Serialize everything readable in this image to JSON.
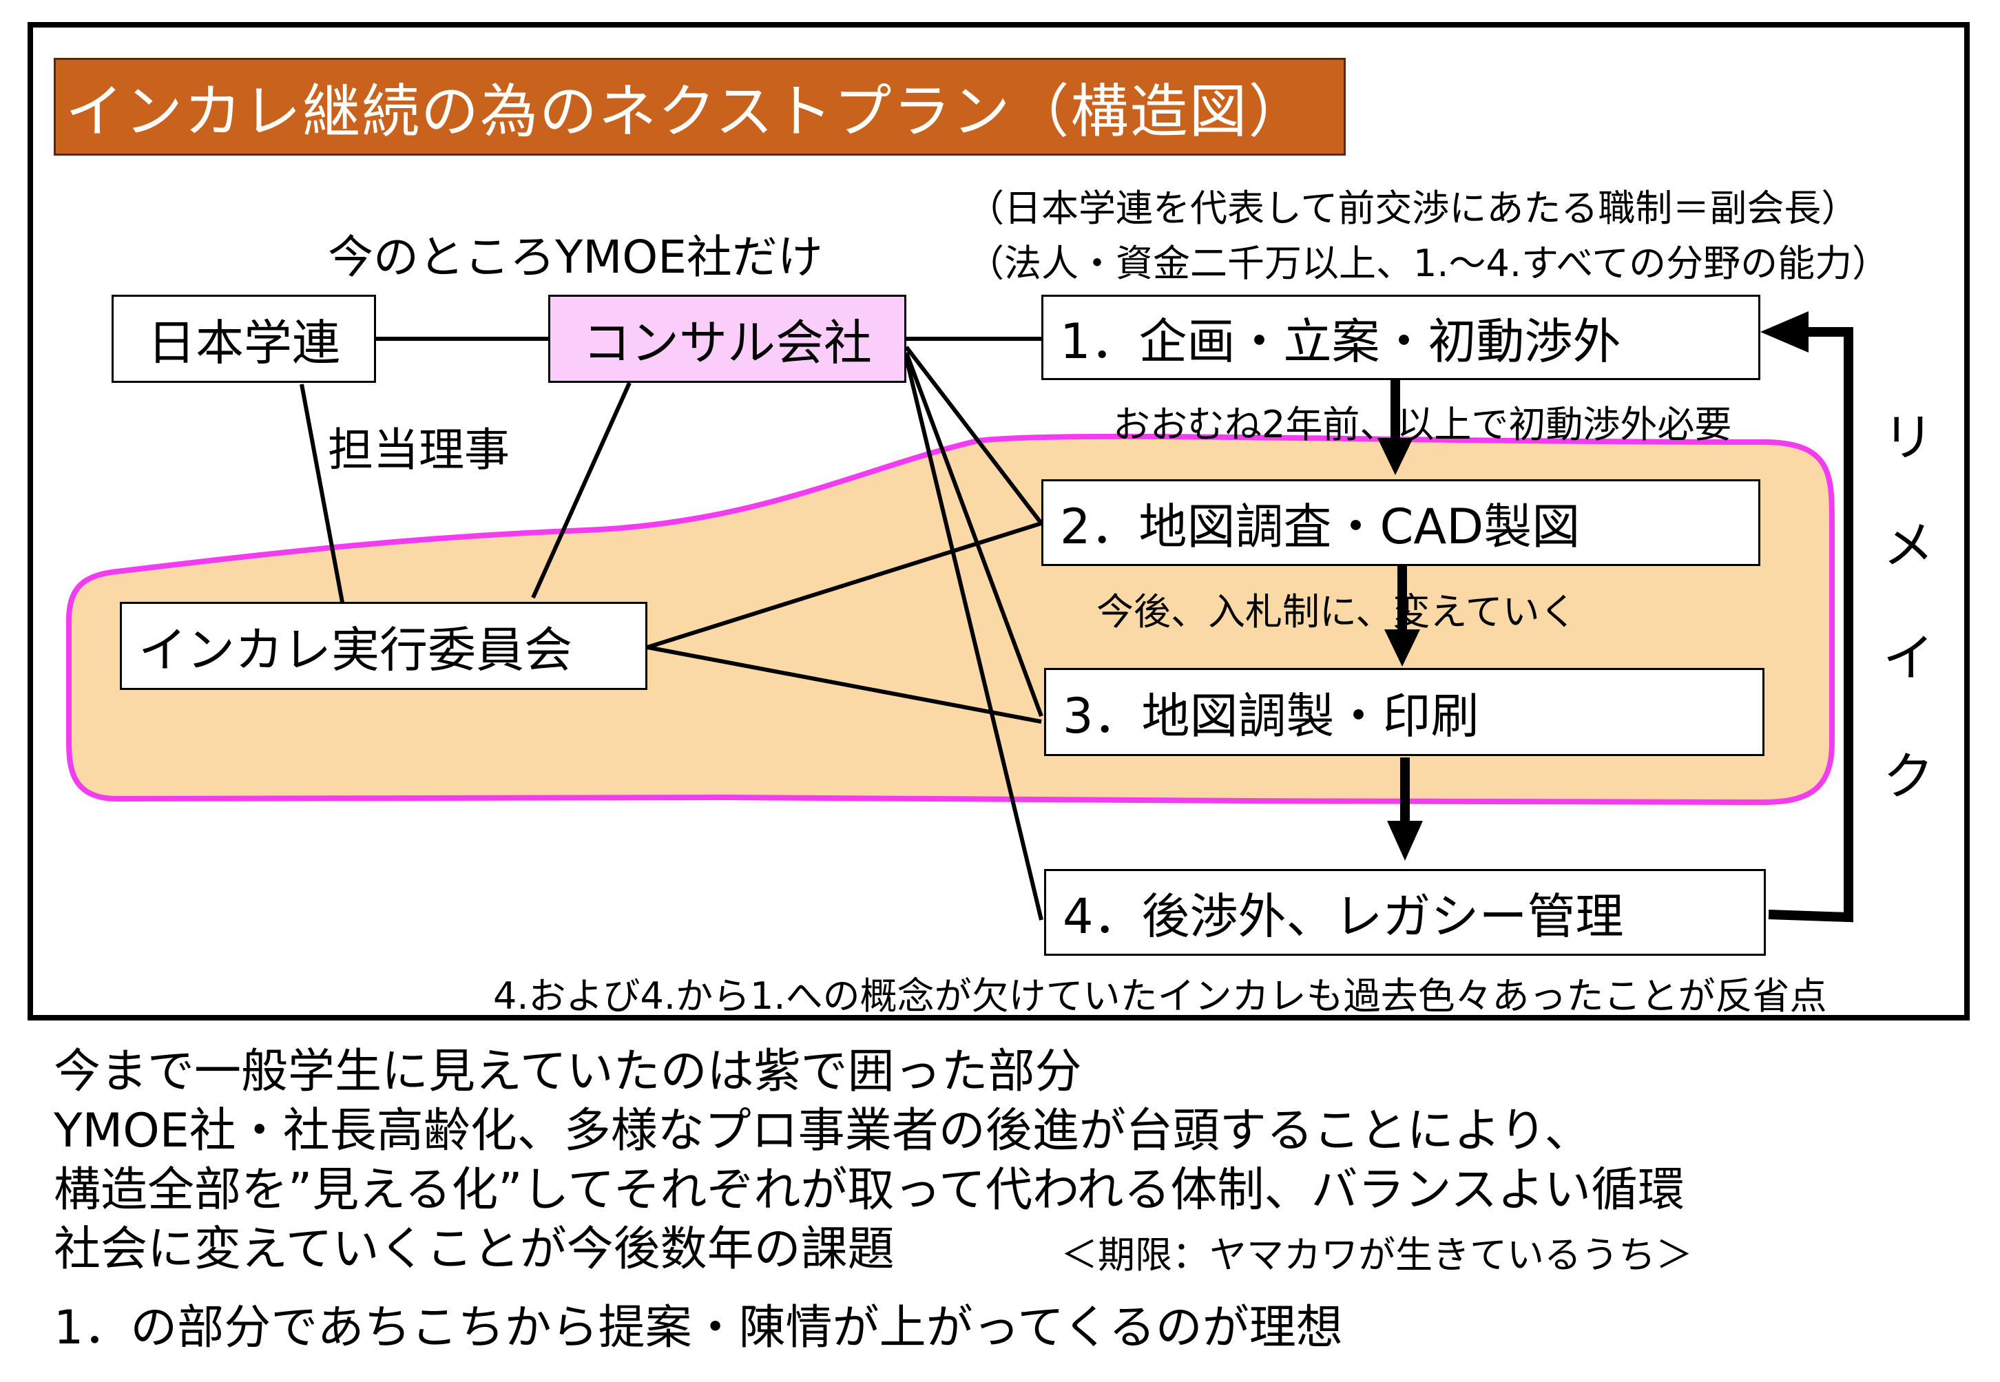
{
  "title": "インカレ継続の為のネクストプラン（構造図）",
  "notes": {
    "role": "（日本学連を代表して前交渉にあたる職制＝副会長）",
    "requirement": "（法人・資金二千万以上、1.～4.すべての分野の能力）",
    "current": "今のところYMOE社だけ",
    "tantou": "担当理事",
    "lead_time": "おおむね2年前、以上で初動渉外必要",
    "future": "今後、入札制に、変えていく",
    "reflection": "4.および4.から1.への概念が欠けていたインカレも過去色々あったことが反省点"
  },
  "nodes": {
    "gakuren": "日本学連",
    "consul": "コンサル会社",
    "committee": "インカレ実行委員会",
    "step1": "1．企画・立案・初動渉外",
    "step2": "2．地図調査・CAD製図",
    "step3": "3．地図調製・印刷",
    "step4": "4．後渉外、レガシー管理"
  },
  "remake_chars": [
    "リ",
    "メ",
    "イ",
    "ク"
  ],
  "bottom_lines": [
    "今まで一般学生に見えていたのは紫で囲った部分",
    "YMOE社・社長高齢化、多様なプロ事業者の後進が台頭することにより、",
    "構造全部を”見える化”してそれぞれが取って代われる体制、バランスよい循環",
    "社会に変えていくことが今後数年の課題",
    "1．の部分であちこちから提案・陳情が上がってくるのが理想"
  ],
  "deadline_note": "＜期限：ヤマカワが生きているうち＞",
  "colors": {
    "title_bg": "#c8621c",
    "highlight_fill": "#fbd9a6",
    "highlight_border": "#f23cf0",
    "consul_fill": "#fbcdfa"
  }
}
